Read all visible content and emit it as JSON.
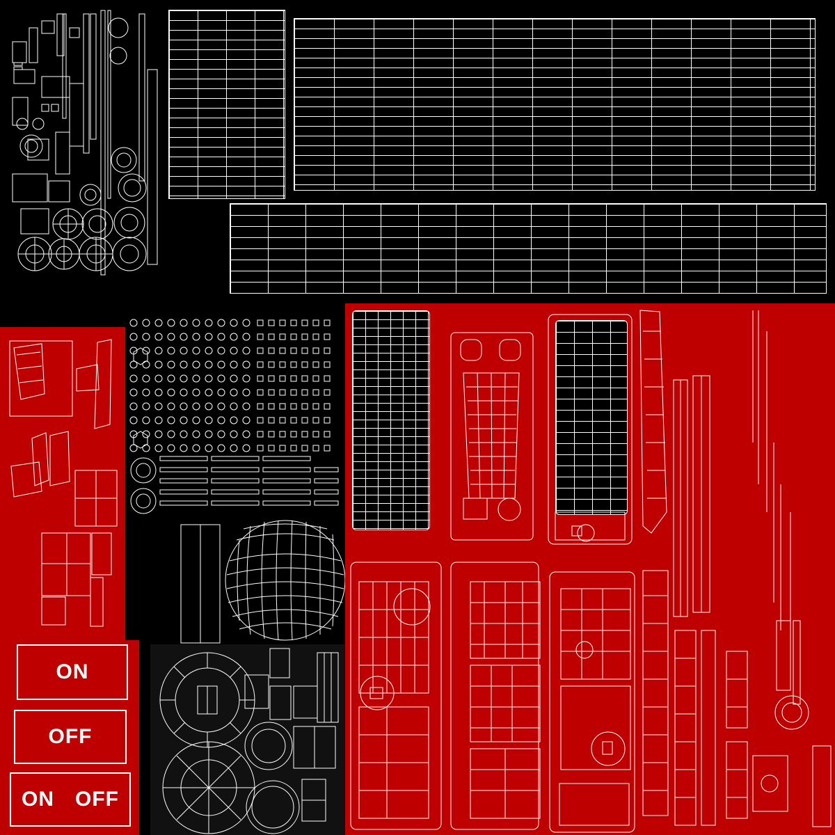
{
  "colors": {
    "background": "#000000",
    "red": "#bf0000",
    "wire": "#ffffff",
    "dark_panel": "#111111"
  },
  "labels": {
    "on_large": "ON",
    "off_large": "OFF",
    "on_small": "ON",
    "off_small": "OFF"
  }
}
